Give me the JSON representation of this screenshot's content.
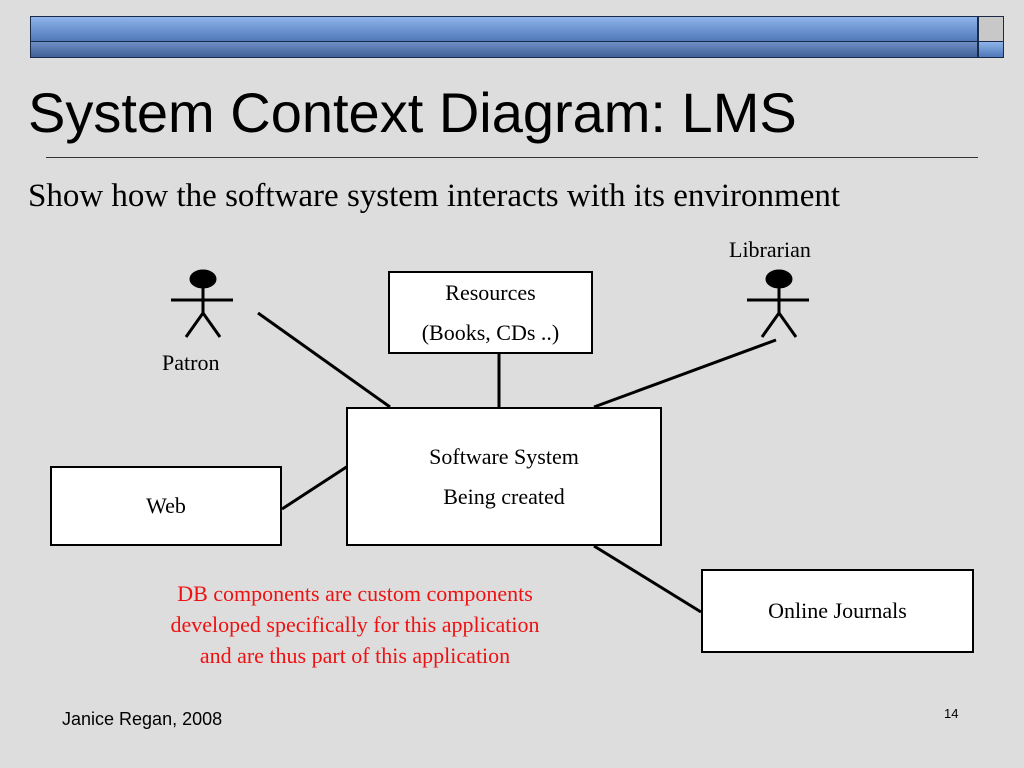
{
  "slide": {
    "title": "System Context Diagram: LMS",
    "subtitle": "Show how the software system interacts with its environment",
    "footer_author": "Janice Regan, 2008",
    "page_number": "14"
  },
  "diagram": {
    "actors": {
      "patron": "Patron",
      "librarian": "Librarian"
    },
    "boxes": {
      "resources": [
        "Resources",
        "(Books, CDs ..)"
      ],
      "software_system": [
        "Software System",
        "Being created"
      ],
      "web": [
        "Web"
      ],
      "online_journals": [
        "Online Journals"
      ]
    },
    "note": [
      "DB components are custom components",
      "developed specifically for this application",
      "and are thus part of this application"
    ],
    "note_color": "#ee1111"
  }
}
